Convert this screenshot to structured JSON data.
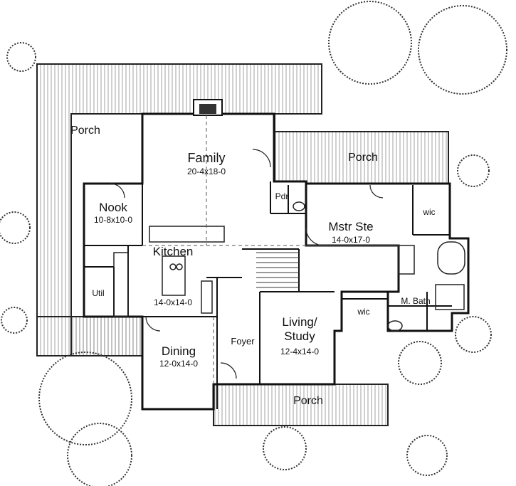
{
  "rooms": {
    "porch_west": {
      "name": "Porch"
    },
    "porch_east": {
      "name": "Porch"
    },
    "porch_front": {
      "name": "Porch"
    },
    "family": {
      "name": "Family",
      "dim": "20-4x18-0"
    },
    "nook": {
      "name": "Nook",
      "dim": "10-8x10-0"
    },
    "kitchen": {
      "name": "Kitchen",
      "dim": "14-0x14-0"
    },
    "util": {
      "name": "Util"
    },
    "dining": {
      "name": "Dining",
      "dim": "12-0x14-0"
    },
    "foyer": {
      "name": "Foyer"
    },
    "living": {
      "name": "Living/",
      "name2": "Study",
      "dim": "12-4x14-0"
    },
    "mstr_ste": {
      "name": "Mstr Ste",
      "dim": "14-0x17-0"
    },
    "pdr": {
      "name": "Pdr"
    },
    "wic_upper": {
      "name": "wic"
    },
    "wic_lower": {
      "name": "wic"
    },
    "m_bath": {
      "name": "M. Bath"
    }
  }
}
